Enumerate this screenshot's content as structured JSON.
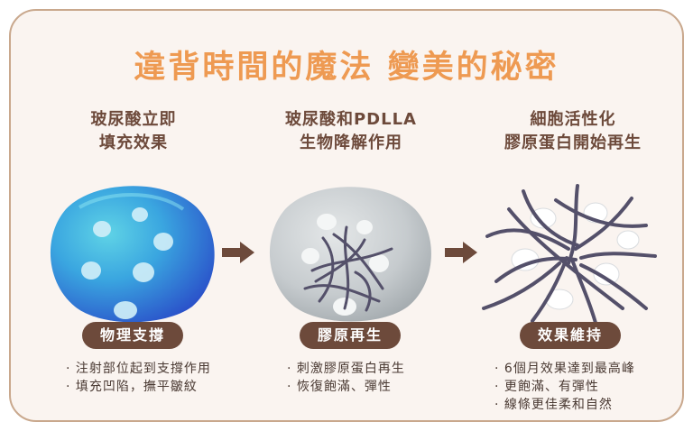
{
  "title": "違背時間的魔法 變美的秘密",
  "columns": [
    {
      "heading_line1": "玻尿酸立即",
      "heading_line2": "填充效果",
      "pill": "物理支撐",
      "bullets": [
        "注射部位起到支撐作用",
        "填充凹陷，撫平皺紋"
      ]
    },
    {
      "heading_line1": "玻尿酸和PDLLA",
      "heading_line2": "生物降解作用",
      "pill": "膠原再生",
      "bullets": [
        "刺激膠原蛋白再生",
        "恢復飽滿、彈性"
      ]
    },
    {
      "heading_line1": "細胞活性化",
      "heading_line2": "膠原蛋白開始再生",
      "pill": "效果維持",
      "bullets": [
        "6個月效果達到最高峰",
        "更飽滿、有彈性",
        "線條更佳柔和自然"
      ]
    }
  ],
  "colors": {
    "title": "#ee9a52",
    "heading": "#6d4a3b",
    "pill_bg": "#6d4a3b",
    "border": "#c9a88d",
    "arrow": "#6d4a3b",
    "sphere_blue": "#2f6fd6",
    "sphere_gray": "#c4c9cc",
    "fiber": "#54506a"
  }
}
